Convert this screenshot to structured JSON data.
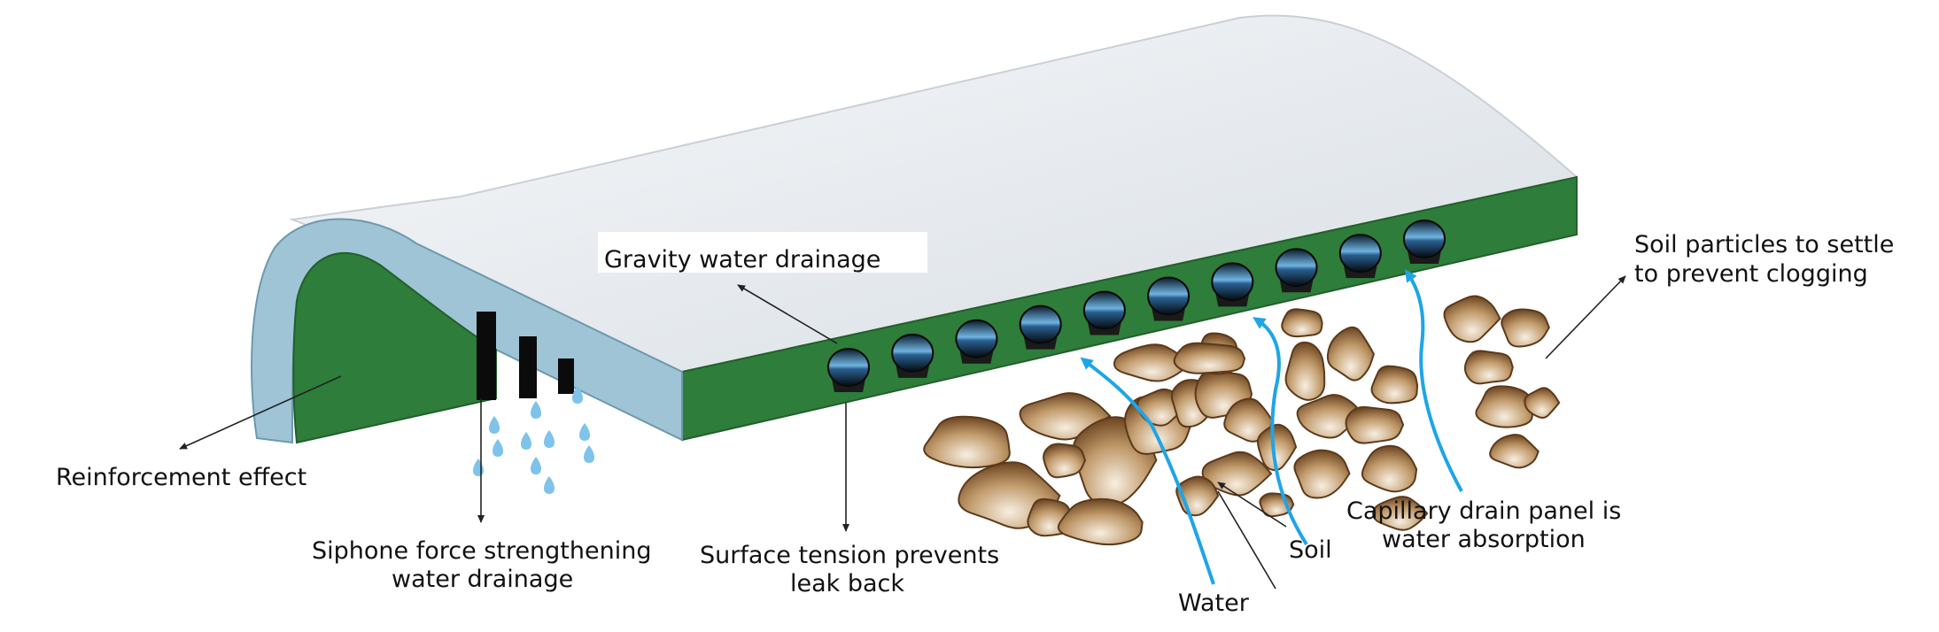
{
  "labels": {
    "gravity": "Gravity water drainage",
    "soil_particles_1": "Soil particles to settle",
    "soil_particles_2": "to prevent clogging",
    "reinforcement": "Reinforcement effect",
    "siphon_1": "Siphone force strengthening",
    "siphon_2": "water drainage",
    "surface_1": "Surface tension prevents",
    "surface_2": "leak back",
    "capillary_1": "Capillary drain panel is",
    "capillary_2": "water absorption",
    "soil": "Soil",
    "water": "Water"
  },
  "colors": {
    "panel_green": "#2e7d3a",
    "panel_green_dark": "#225f2c",
    "panel_top": "#e9edf1",
    "panel_edge_blue": "#9fc4d6",
    "water_arrow": "#1ea5e6",
    "soil_brown": "#8a5a2b",
    "droplet": "#7ec3ea"
  }
}
